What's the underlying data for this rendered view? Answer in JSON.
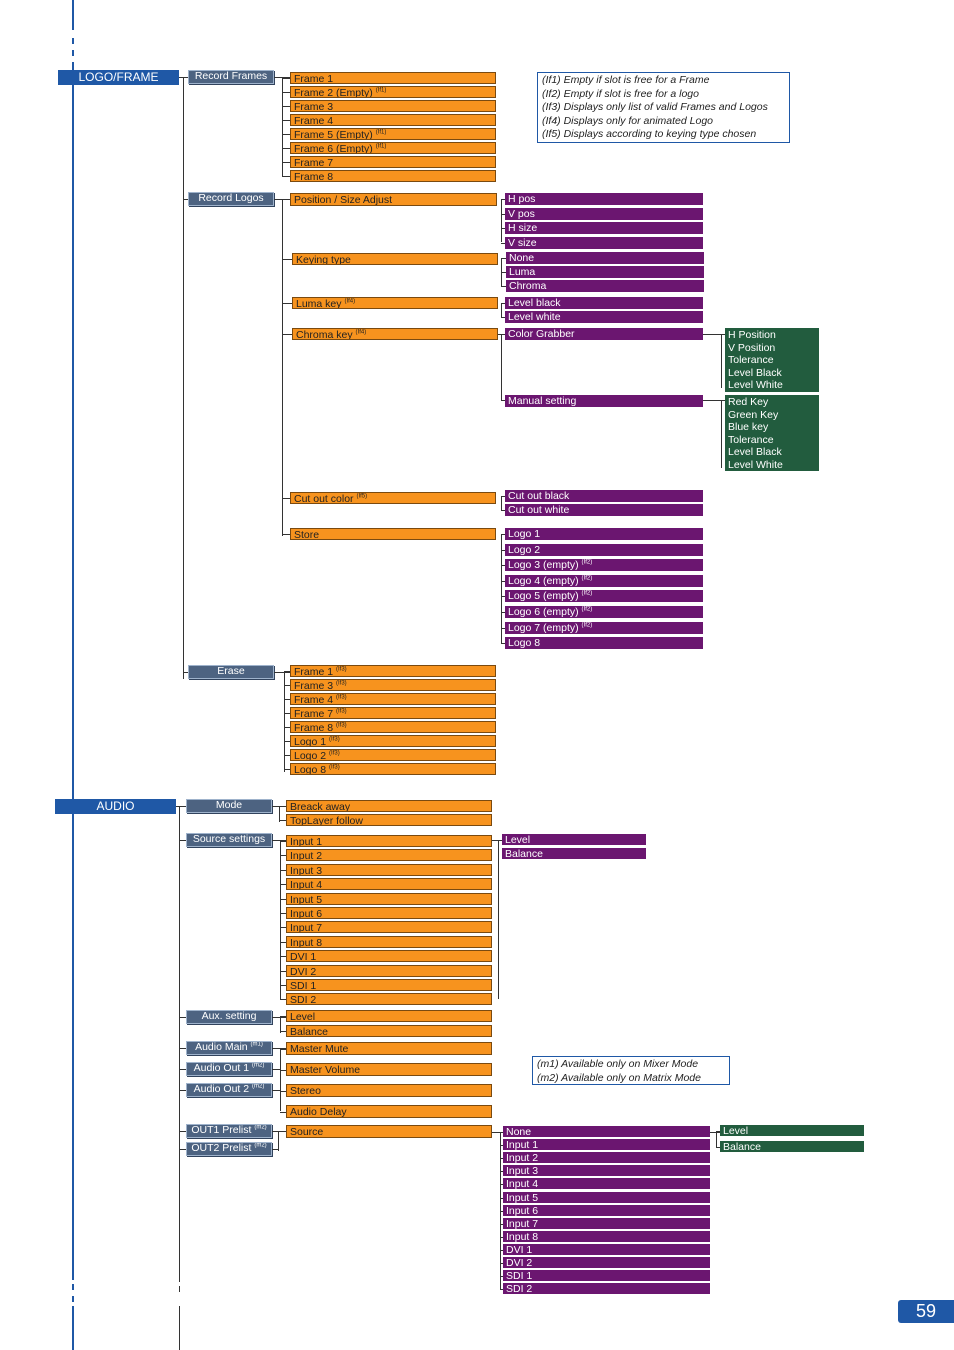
{
  "logo_frame": {
    "title": "LOGO/FRAME",
    "record_frames": {
      "label": "Record Frames",
      "items": [
        {
          "t": "Frame 1",
          "n": ""
        },
        {
          "t": "Frame 2 (Empty)",
          "n": "(If1)"
        },
        {
          "t": "Frame 3",
          "n": ""
        },
        {
          "t": "Frame 4",
          "n": ""
        },
        {
          "t": "Frame 5 (Empty)",
          "n": "(If1)"
        },
        {
          "t": "Frame 6 (Empty)",
          "n": "(If1)"
        },
        {
          "t": "Frame 7",
          "n": ""
        },
        {
          "t": "Frame 8",
          "n": ""
        }
      ]
    },
    "notes": [
      "(If1) Empty if slot is free for a Frame",
      "(If2) Empty if slot is free for a logo",
      "(If3) Displays only list of valid Frames and Logos",
      "(If4) Displays only for animated Logo",
      "(If5) Displays according to keying type chosen"
    ],
    "record_logos": {
      "label": "Record Logos",
      "position_size": {
        "label": "Position / Size Adjust",
        "items": [
          "H pos",
          "V pos",
          "H size",
          "V size"
        ]
      },
      "keying_type": {
        "label": "Keying type",
        "items": [
          "None",
          "Luma",
          "Chroma"
        ]
      },
      "luma_key": {
        "label": "Luma key",
        "n": "(If4)",
        "items": [
          "Level black",
          "Level white"
        ]
      },
      "chroma_key": {
        "label": "Chroma key",
        "n": "(If4)",
        "color_grabber": {
          "label": "Color Grabber",
          "items": [
            "H Position",
            "V Position",
            "Tolerance",
            "Level Black",
            "Level White"
          ]
        },
        "manual_setting": {
          "label": "Manual setting",
          "items": [
            "Red Key",
            "Green Key",
            "Blue key",
            "Tolerance",
            " Level Black",
            "Level White"
          ]
        }
      },
      "cut_out_color": {
        "label": "Cut out color",
        "n": "(If5)",
        "items": [
          "Cut out black",
          "Cut out white"
        ]
      },
      "store": {
        "label": "Store",
        "items": [
          {
            "t": "Logo 1",
            "n": ""
          },
          {
            "t": "Logo 2",
            "n": ""
          },
          {
            "t": "Logo 3 (empty)",
            "n": "(If2)"
          },
          {
            "t": "Logo 4 (empty)",
            "n": "(If2)"
          },
          {
            "t": "Logo 5 (empty)",
            "n": "(If2)"
          },
          {
            "t": "Logo 6 (empty)",
            "n": "(If2)"
          },
          {
            "t": "Logo 7 (empty)",
            "n": "(If2)"
          },
          {
            "t": "Logo 8",
            "n": ""
          }
        ]
      }
    },
    "erase": {
      "label": "Erase",
      "items": [
        {
          "t": "Frame 1",
          "n": "(If3)"
        },
        {
          "t": "Frame 3",
          "n": "(If3)"
        },
        {
          "t": "Frame 4",
          "n": "(If3)"
        },
        {
          "t": "Frame 7",
          "n": "(If3)"
        },
        {
          "t": "Frame 8",
          "n": "(If3)"
        },
        {
          "t": "Logo 1",
          "n": "(If3)"
        },
        {
          "t": "Logo 2",
          "n": "(If3)"
        },
        {
          "t": "Logo 8",
          "n": "(If3)"
        }
      ]
    }
  },
  "audio": {
    "title": "AUDIO",
    "mode": {
      "label": "Mode",
      "items": [
        "Breack away",
        "TopLayer follow"
      ]
    },
    "source_settings": {
      "label": "Source settings",
      "items": [
        "Input 1",
        "Input 2",
        "Input 3",
        "Input 4",
        "Input 5",
        "Input 6",
        "Input 7",
        "Input 8",
        "DVI 1",
        "DVI 2",
        "SDI 1",
        "SDI 2"
      ],
      "sub": [
        "Level",
        "Balance"
      ]
    },
    "aux_setting": {
      "label": "Aux. setting",
      "items": [
        "Level",
        "Balance"
      ]
    },
    "audio_main": {
      "label": "Audio Main",
      "n": "(m1)"
    },
    "audio_out1": {
      "label": "Audio Out 1",
      "n": "(m2)"
    },
    "audio_out2": {
      "label": "Audio Out 2",
      "n": "(m2)"
    },
    "main_items": [
      "Master Mute",
      "Master Volume",
      "Stereo",
      "Audio Delay"
    ],
    "notes": [
      "(m1) Available only on Mixer Mode",
      "(m2) Available only on Matrix Mode"
    ],
    "out1_prelist": {
      "label": "OUT1 Prelist",
      "n": "(m2)"
    },
    "out2_prelist": {
      "label": "OUT2 Prelist",
      "n": "(m2)"
    },
    "source": {
      "label": "Source",
      "items": [
        "None",
        "Input 1",
        "Input 2",
        "Input 3",
        "Input 4",
        "Input 5",
        "Input 6",
        "Input 7",
        "Input 8",
        "DVI 1",
        "DVI 2",
        "SDI 1",
        "SDI 2"
      ],
      "sub": [
        "Level",
        "Balance"
      ]
    }
  },
  "page_number": "59"
}
